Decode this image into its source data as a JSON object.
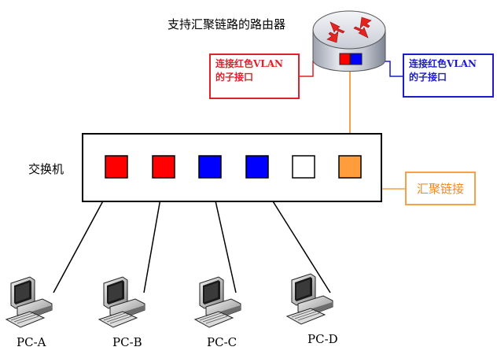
{
  "router": {
    "title": "支持汇聚链路的路由器"
  },
  "switch": {
    "label": "交换机",
    "ports": [
      {
        "color": "#ff0000"
      },
      {
        "color": "#ff0000"
      },
      {
        "color": "#0000ff"
      },
      {
        "color": "#0000ff"
      },
      {
        "color": "#ffffff"
      },
      {
        "color": "#ff9d3c"
      }
    ]
  },
  "callouts": {
    "red_subinterface": {
      "line1": "连接红色VLAN",
      "line2": "的子接口",
      "color": "#e0202a"
    },
    "blue_subinterface": {
      "line1": "连接红色VLAN",
      "line2": "的子接口",
      "color": "#1c1cc8"
    },
    "trunk": {
      "label": "汇聚链接",
      "color": "#f7a04a"
    }
  },
  "pcs": [
    {
      "label": "PC-A"
    },
    {
      "label": "PC-B"
    },
    {
      "label": "PC-C"
    },
    {
      "label": "PC-D"
    }
  ],
  "colors": {
    "red": "#ff0000",
    "blue": "#0000ff",
    "trunk_orange": "#f7a04a",
    "link_black": "#000000"
  },
  "icons": [
    "router-icon",
    "pc-icon"
  ]
}
